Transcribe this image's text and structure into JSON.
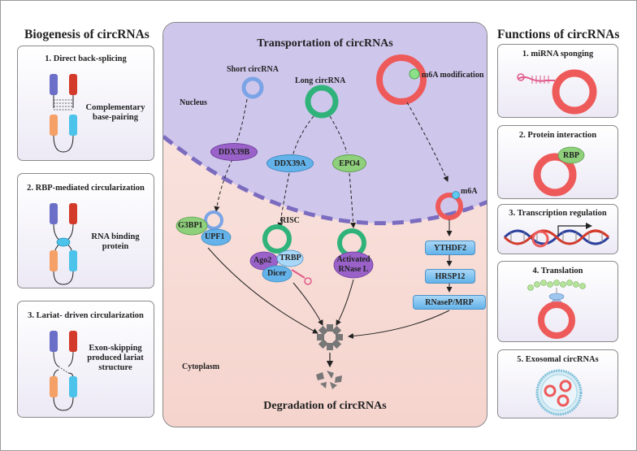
{
  "left": {
    "heading": "Biogenesis of circRNAs",
    "panels": [
      {
        "title": "1. Direct back-splicing",
        "text_l1": "Complementary",
        "text_l2": "base-pairing",
        "text_l3": ""
      },
      {
        "title": "2. RBP-mediated circularization",
        "text_l1": "RNA binding",
        "text_l2": "protein",
        "text_l3": ""
      },
      {
        "title": "3. Lariat- driven circularization",
        "text_l1": "Exon-skipping",
        "text_l2": "produced lariat",
        "text_l3": "structure"
      }
    ]
  },
  "center": {
    "title": "Transportation of circRNAs",
    "bottom_title": "Degradation of circRNAs",
    "nucleus": "Nucleus",
    "cytoplasm": "Cytoplasm",
    "short_circ": "Short circRNA",
    "long_circ": "Long circRNA",
    "m6a_mod": "m6A modification",
    "m6a": "m6A",
    "risc": "RISC",
    "ddx39b": "DDX39B",
    "ddx39a": "DDX39A",
    "epo4": "EPO4",
    "g3bp1": "G3BP1",
    "upf1": "UPF1",
    "ago2": "Ago2",
    "trbp": "TRBP",
    "dicer": "Dicer",
    "rnase_l1": "Activated",
    "rnase_l2": "RNase L",
    "ythdf2": "YTHDF2",
    "hrsp12": "HRSP12",
    "rnasep": "RNaseP/MRP"
  },
  "right": {
    "heading": "Functions of circRNAs",
    "panels": [
      {
        "title": "1. miRNA sponging"
      },
      {
        "title": "2. Protein interaction",
        "rbp": "RBP"
      },
      {
        "title": "3. Transcription regulation"
      },
      {
        "title": "4. Translation"
      },
      {
        "title": "5. Exosomal circRNAs"
      }
    ]
  },
  "colors": {
    "circ_red": "#ee5a5a",
    "circ_green": "#2fb37a",
    "circ_blue": "#7aa4e6",
    "nucleus": "#cfc6ec",
    "cytoplasm": "#f7d9d2",
    "purple_protein": "#9a62c9",
    "blue_protein": "#63b3ea"
  }
}
